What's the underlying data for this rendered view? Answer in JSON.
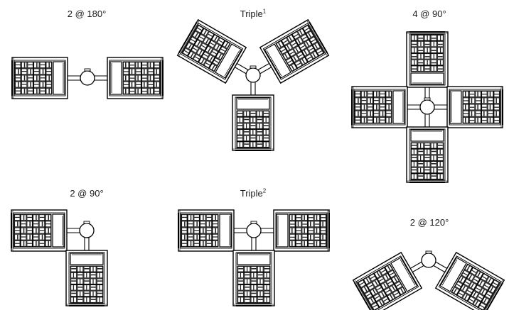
{
  "configurations": [
    {
      "id": "two-180",
      "label": "2 @ 180°",
      "sup": "",
      "arms": [
        180,
        0
      ]
    },
    {
      "id": "triple-1",
      "label": "Triple",
      "sup": "1",
      "arms": [
        210,
        330,
        90
      ]
    },
    {
      "id": "four-90",
      "label": "4 @ 90°",
      "sup": "",
      "arms": [
        270,
        180,
        0,
        90
      ]
    },
    {
      "id": "two-90",
      "label": "2 @ 90°",
      "sup": "",
      "arms": [
        180,
        90
      ]
    },
    {
      "id": "triple-2",
      "label": "Triple",
      "sup": "2",
      "arms": [
        180,
        0,
        90
      ]
    },
    {
      "id": "two-120",
      "label": "2 @ 120°",
      "sup": "",
      "arms": [
        150,
        30
      ]
    }
  ],
  "colors": {
    "stroke": "#000000",
    "fill": "#ffffff",
    "text": "#1a1a1a"
  }
}
